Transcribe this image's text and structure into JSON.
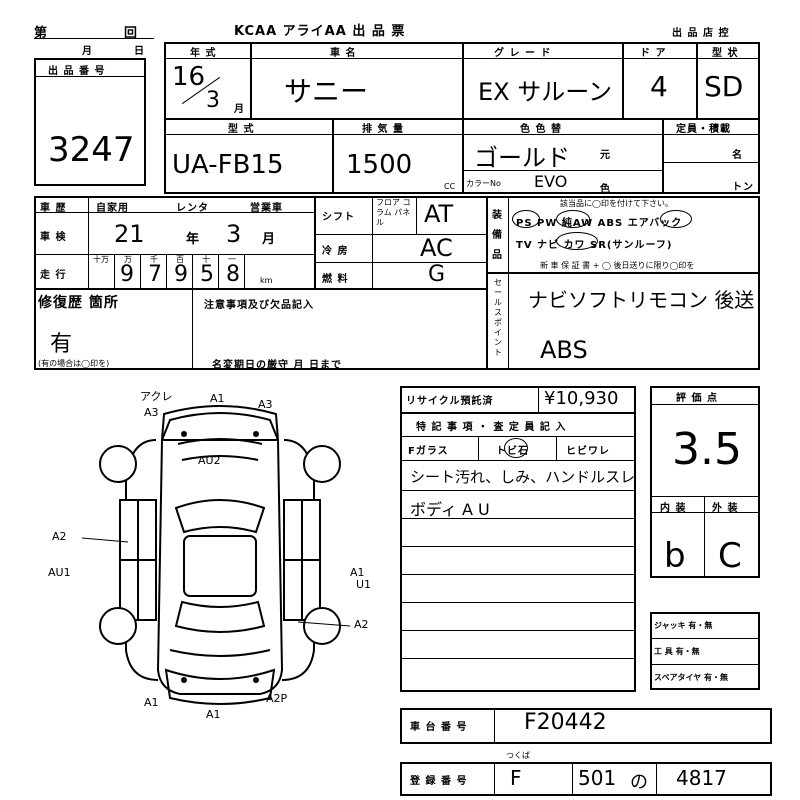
{
  "header": {
    "dai": "第",
    "kai": "回",
    "org": "KCAA アライAA 出 品 票",
    "store": "出 品 店 控",
    "month": "月",
    "day": "日"
  },
  "lot": {
    "label": "出 品 番 号",
    "value": "3247"
  },
  "top_fields": {
    "nenshiki_label": "年 式",
    "nenshiki_year": "16",
    "nenshiki_month": "3",
    "month_unit": "月",
    "car_label": "車 名",
    "car_value": "サニー",
    "grade_label": "グ レ ー ド",
    "grade_value": "EX サルーン",
    "door_label": "ド ア",
    "door_value": "4",
    "shape_label": "型 状",
    "shape_value": "SD",
    "katashiki_label": "型 式",
    "katashiki_value": "UA-FB15",
    "haiki_label": "排 気 量",
    "haiki_value": "1500",
    "cc": "CC",
    "color_label": "色 色 替",
    "color_value": "ゴールド",
    "moto": "元",
    "color_no_label": "カラーNo",
    "color_no_value": "EVO",
    "iro": "色",
    "teiin_label": "定員・積載",
    "mei": "名",
    "ton": "トン"
  },
  "left_mid": {
    "shareki": "車 歴",
    "jikayo": "自家用",
    "renta": "レンタ",
    "eigyo": "営業車",
    "shaken_label": "車 検",
    "shaken_year": "21",
    "nen": "年",
    "shaken_month": "3",
    "gatsu": "月",
    "soukou_label": "走 行",
    "digit_heads": [
      "十万",
      "万",
      "千",
      "百",
      "十",
      "一"
    ],
    "mileage_digits": [
      "",
      "9",
      "7",
      "9",
      "5",
      "8"
    ],
    "km": "km"
  },
  "mid": {
    "shift_label": "シフト",
    "floor_col": "フロア コラム パネル",
    "shift_value": "AT",
    "reibou_label": "冷 房",
    "reibou_value": "AC",
    "nenryo_label": "燃 料",
    "nenryo_value": "G"
  },
  "equip": {
    "label": "装 備 品",
    "row1": "PS  PW  純AW  ABS エアバック",
    "row0": "該当品に◯印を付けて下さい。",
    "row2": "TV  ナビ  カワ  SR(サンルーフ)",
    "row3": "新 車 保 証 書 + ◯ 後日送りに限り◯印を"
  },
  "sales_point": {
    "label": "セールスポイント",
    "text1": "ナビソフトリモコン 後送",
    "text2": "ABS"
  },
  "repair": {
    "label": "修復歴 箇所",
    "value": "有",
    "note": "(有の場合は◯印を)",
    "notes_label": "注意事項及び欠品記入",
    "deadline": "名変期日の厳守 月 日まで"
  },
  "diagram_labels": [
    "アクレ",
    "A3",
    "A1",
    "A3",
    "AU2",
    "A2",
    "AU1",
    "A1",
    "U1",
    "A2",
    "A1",
    "A1",
    "A2P"
  ],
  "recycle": {
    "label": "リサイクル預託済",
    "amount": "¥10,930",
    "tokki": "特 記 事 項 ・ 査 定 員 記 入",
    "fglass": "Fガラス",
    "tobi": "トビ石",
    "hibi": "ヒビワレ",
    "note1": "シート汚れ、しみ、ハンドルスレ",
    "note2": "ボディ A U"
  },
  "score": {
    "label": "評 価 点",
    "value": "3.5",
    "nai": "内 装",
    "gai": "外 装",
    "nai_value": "b",
    "gai_value": "C"
  },
  "tools": {
    "rows": [
      "ジャッキ 有・無",
      "工 具 有・無",
      "スペアタイヤ 有・無"
    ]
  },
  "chassis": {
    "label": "車 台 番 号",
    "value": "F20442"
  },
  "plate": {
    "label": "登 録 番 号",
    "top": "つくば",
    "area": "F",
    "class": "501",
    "kana": "の",
    "number": "4817"
  }
}
